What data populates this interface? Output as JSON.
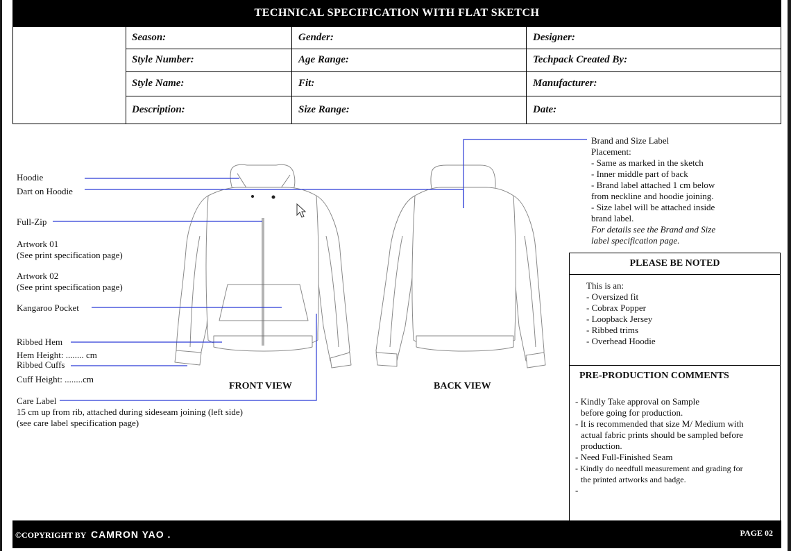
{
  "header": {
    "title": "TECHNICAL SPECIFICATION WITH FLAT SKETCH"
  },
  "info": {
    "row1": [
      "Season:",
      "Gender:",
      "Designer:"
    ],
    "row2": [
      "Style Number:",
      "Age Range:",
      "Techpack Created By:"
    ],
    "row3": [
      "Style Name:",
      "Fit:",
      "Manufacturer:"
    ],
    "row4": [
      "Description:",
      "Size Range:",
      "Date:"
    ]
  },
  "callouts": {
    "hoodie": "Hoodie",
    "dart": "Dart on Hoodie",
    "zip": "Full-Zip",
    "artwork1": "Artwork 01",
    "artwork1_note": "(See print specification page)",
    "artwork2": "Artwork 02",
    "artwork2_note": "(See print specification page)",
    "pocket": "Kangaroo Pocket",
    "hem": "Ribbed Hem",
    "hem_height": "Hem Height: ........ cm",
    "cuffs": "Ribbed Cuffs",
    "cuff_height": "Cuff Height: ........cm",
    "care": "Care Label",
    "care_note1": "15 cm up from rib, attached during sideseam joining (left side)",
    "care_note2": "(see care label specification page)"
  },
  "views": {
    "front": "FRONT VIEW",
    "back": "BACK VIEW"
  },
  "brand_label": {
    "title": "Brand and Size Label",
    "placement": "Placement:",
    "lines": [
      "- Same as marked in the sketch",
      "- Inner middle part of back",
      "- Brand label attached 1 cm below",
      "from neckline and hoodie joining.",
      "- Size label will be attached inside",
      "brand label."
    ],
    "details": [
      "For details see the Brand and Size",
      "label specification page."
    ]
  },
  "noted": {
    "title": "PLEASE BE NOTED",
    "intro": "This is an:",
    "items": [
      "- Oversized fit",
      "- Cobrax Popper",
      "- Loopback Jersey",
      "- Ribbed trims",
      "- Overhead Hoodie"
    ]
  },
  "comments": {
    "title": "PRE-PRODUCTION COMMENTS",
    "lines": [
      "- Kindly Take approval on Sample",
      "before going for production.",
      "- It is recommended that size M/ Medium with",
      "actual fabric prints should be sampled before",
      "production.",
      "- Need Full-Finished Seam",
      "- Kindly do needfull measurement and grading for",
      "the printed artworks and badge.",
      "-"
    ]
  },
  "footer": {
    "copyright": "©COPYRIGHT BY",
    "brand": "CAMRON YAO .",
    "page": "PAGE 02"
  },
  "colors": {
    "callout_line": "#2b3bd6",
    "sketch_line": "#7a7a7a"
  },
  "icons": [
    "cursor-icon"
  ]
}
